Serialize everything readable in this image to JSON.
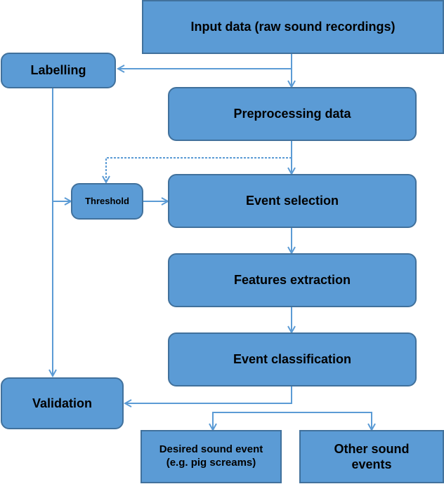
{
  "diagram": {
    "colors": {
      "fill": "#5b9bd5",
      "border": "#41719c",
      "connector": "#5b9bd5",
      "text": "#000000"
    },
    "nodes": {
      "input": "Input data (raw sound recordings)",
      "labelling": "Labelling",
      "preprocessing": "Preprocessing data",
      "threshold": "Threshold",
      "event_selection": "Event selection",
      "features": "Features extraction",
      "classification": "Event classification",
      "validation": "Validation",
      "desired": "Desired sound event (e.g. pig screams)",
      "other": "Other sound events"
    },
    "edges": [
      {
        "from": "input",
        "to": "preprocessing",
        "style": "solid"
      },
      {
        "from": "input",
        "to": "labelling",
        "style": "solid"
      },
      {
        "from": "preprocessing",
        "to": "event_selection",
        "style": "solid"
      },
      {
        "from": "preprocessing",
        "to": "threshold",
        "style": "dashed"
      },
      {
        "from": "labelling",
        "to": "threshold",
        "style": "solid"
      },
      {
        "from": "labelling",
        "to": "validation",
        "style": "solid"
      },
      {
        "from": "threshold",
        "to": "event_selection",
        "style": "solid"
      },
      {
        "from": "event_selection",
        "to": "features",
        "style": "solid"
      },
      {
        "from": "features",
        "to": "classification",
        "style": "solid"
      },
      {
        "from": "classification",
        "to": "validation",
        "style": "solid"
      },
      {
        "from": "classification",
        "to": "desired",
        "style": "solid"
      },
      {
        "from": "classification",
        "to": "other",
        "style": "solid"
      }
    ]
  }
}
